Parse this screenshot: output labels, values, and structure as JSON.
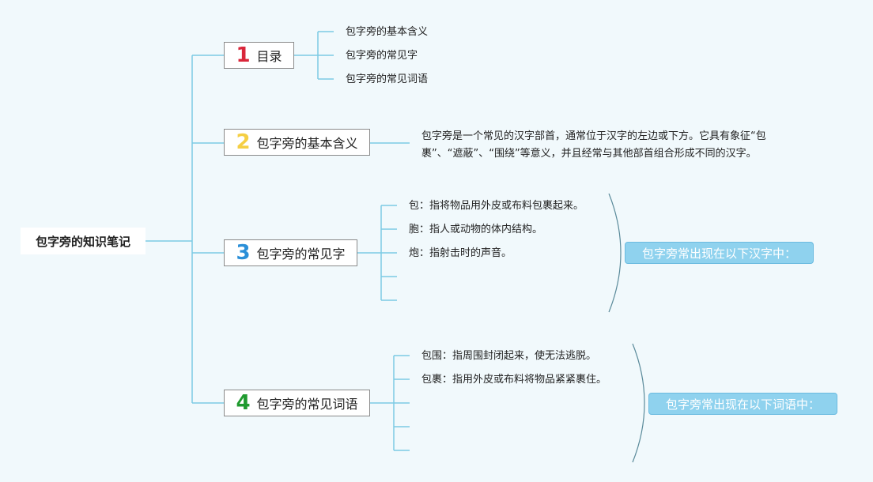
{
  "root": {
    "label": "包字旁的知识笔记"
  },
  "branches": [
    {
      "num": "1",
      "num_color": "#d9263a",
      "label": "目录"
    },
    {
      "num": "2",
      "num_color": "#f5cf44",
      "label": "包字旁的基本含义"
    },
    {
      "num": "3",
      "num_color": "#2a8fd8",
      "label": "包字旁的常见字"
    },
    {
      "num": "4",
      "num_color": "#1f9a2f",
      "label": "包字旁的常见词语"
    }
  ],
  "toc": [
    "包字旁的基本含义",
    "包字旁的常见字",
    "包字旁的常见词语"
  ],
  "meaning": "包字旁是一个常见的汉字部首，通常位于汉字的左边或下方。它具有象征“包裹”、“遮蔽”、“围绕”等意义，并且经常与其他部首组合形成不同的汉字。",
  "chars": [
    "包：指将物品用外皮或布料包裹起来。",
    "胞：指人或动物的体内结构。",
    "炮：指射击时的声音。"
  ],
  "chars_note": "包字旁常出现在以下汉字中：",
  "words": [
    "包围：指周围封闭起来，使无法逃脱。",
    "包裹：指用外皮或布料将物品紧紧裹住。"
  ],
  "words_note": "包字旁常出现在以下词语中："
}
